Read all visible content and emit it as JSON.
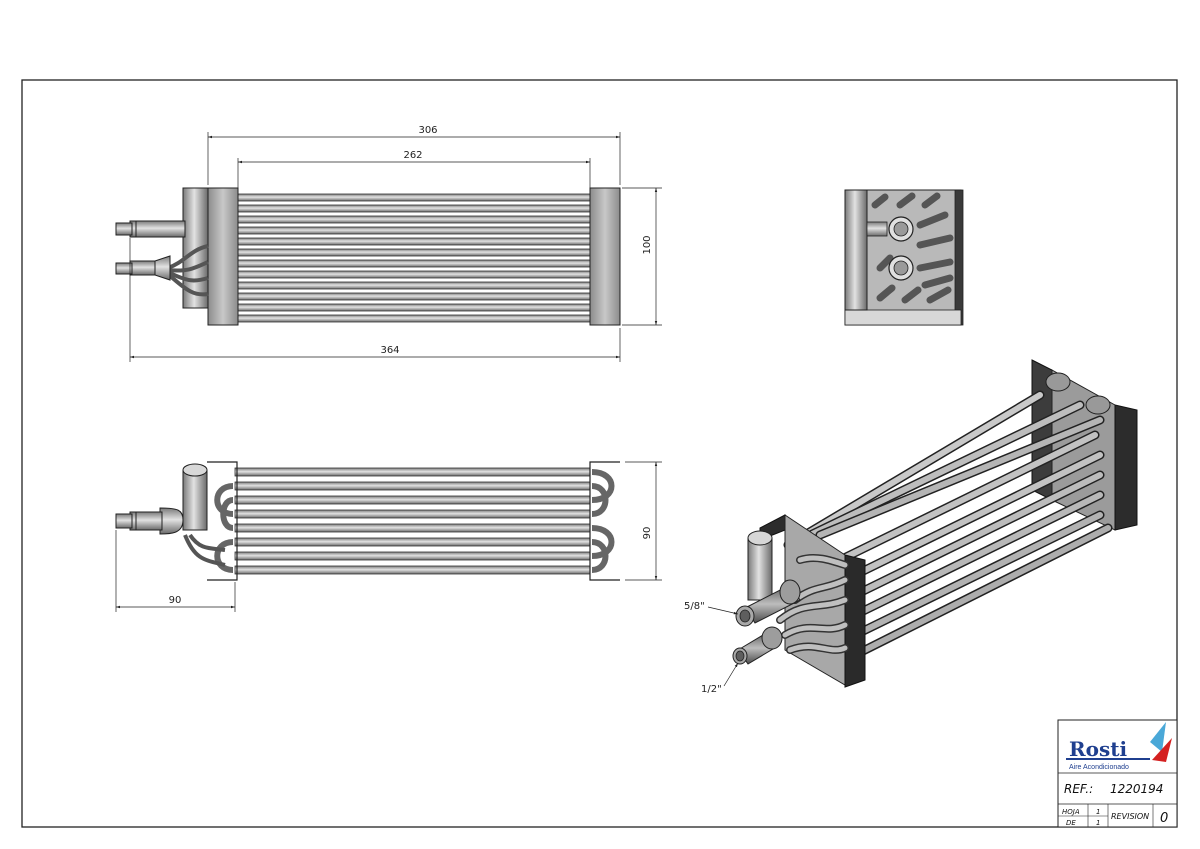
{
  "drawing": {
    "dimensions": {
      "front_overall_width": "306",
      "front_core_width": "262",
      "front_total_length": "364",
      "front_height": "100",
      "bottom_height": "90",
      "bottom_pipe_offset": "90"
    },
    "callouts": {
      "upper_fitting": "5/8\"",
      "lower_fitting": "1/2\""
    }
  },
  "title_block": {
    "logo_text": "Rosti",
    "logo_subtitle": "Aire Acondicionado",
    "ref_label": "REF.:",
    "ref_value": "1220194",
    "hoja_label": "HOJA",
    "hoja_value": "1",
    "de_label": "DE",
    "de_value": "1",
    "revision_label": "REVISION",
    "revision_value": "0"
  },
  "colors": {
    "line": "#222222",
    "metal_light": "#d4d4d4",
    "metal_mid": "#9a9a9a",
    "metal_dark": "#4a4a4a",
    "logo_blue": "#1f3f8f",
    "logo_red": "#d42020",
    "logo_lightblue": "#4aa8d8"
  }
}
